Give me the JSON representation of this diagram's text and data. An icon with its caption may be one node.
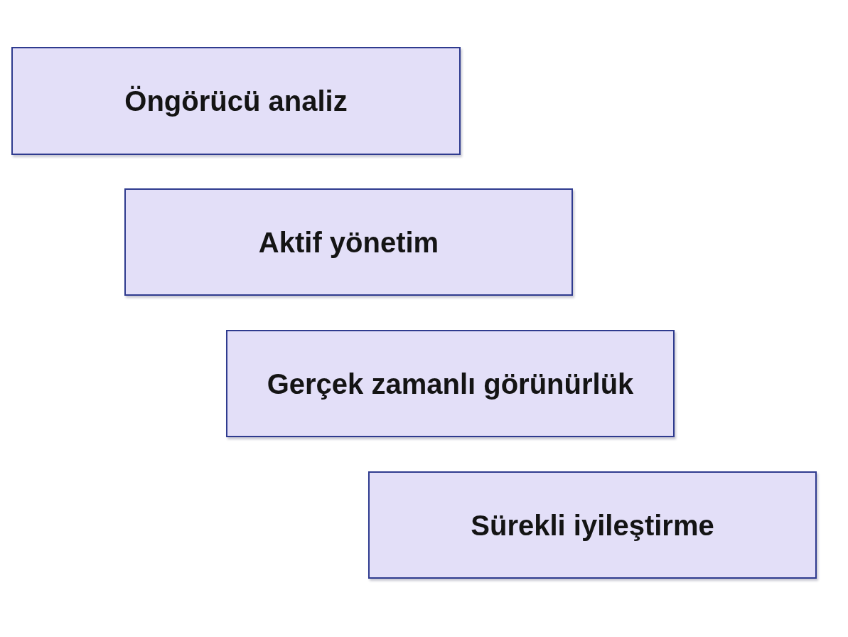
{
  "diagram": {
    "nodes": [
      {
        "text": [
          "Öngörücü analiz"
        ]
      },
      {
        "text": [
          "Aktif yönetim"
        ]
      },
      {
        "text": [
          "Gerçek zamanlı görünürlük"
        ]
      },
      {
        "text": [
          "Sürekli iyileştirme"
        ]
      }
    ]
  }
}
